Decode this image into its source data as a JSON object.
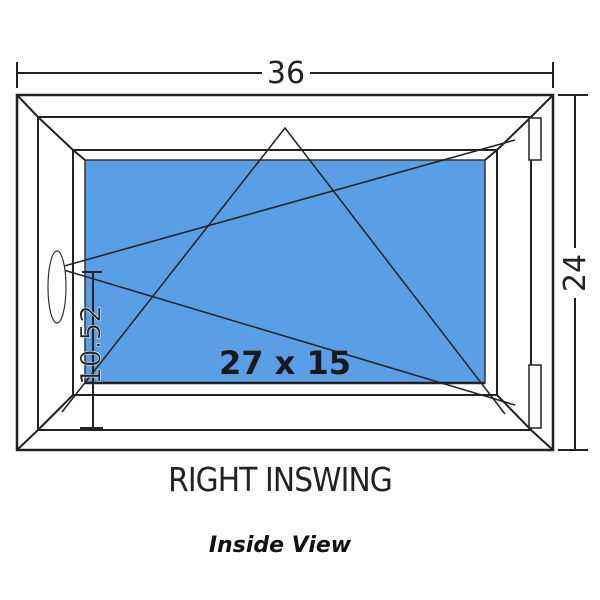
{
  "dimensions": {
    "width": "36",
    "height": "24",
    "handle_height": "10.52",
    "glass_size": "27 x 15"
  },
  "labels": {
    "swing_type": "RIGHT INSWING",
    "view": "Inside View"
  },
  "colors": {
    "glass": "#5a9ee6",
    "line": "#222222"
  }
}
